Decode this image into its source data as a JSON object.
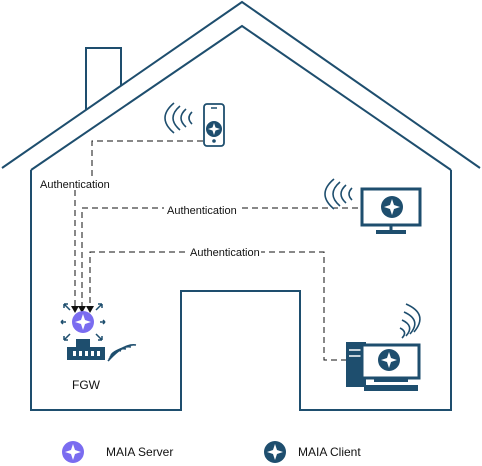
{
  "labels": {
    "auth_phone": "Authentication",
    "auth_monitor": "Authentication",
    "auth_desktop": "Authentication",
    "fgw": "FGW"
  },
  "legend": {
    "server": "MAIA Server",
    "client": "MAIA Client"
  },
  "colors": {
    "house": "#1e4e6e",
    "server": "#7a6cf0",
    "client": "#1e4e6e",
    "line": "#111111"
  },
  "icons": {
    "phone": "smartphone-icon",
    "monitor": "monitor-icon",
    "desktop": "desktop-computer-icon",
    "gateway": "gateway-router-icon",
    "wireless": "wireless-signal-icon",
    "maia_node": "compass-star-icon"
  }
}
